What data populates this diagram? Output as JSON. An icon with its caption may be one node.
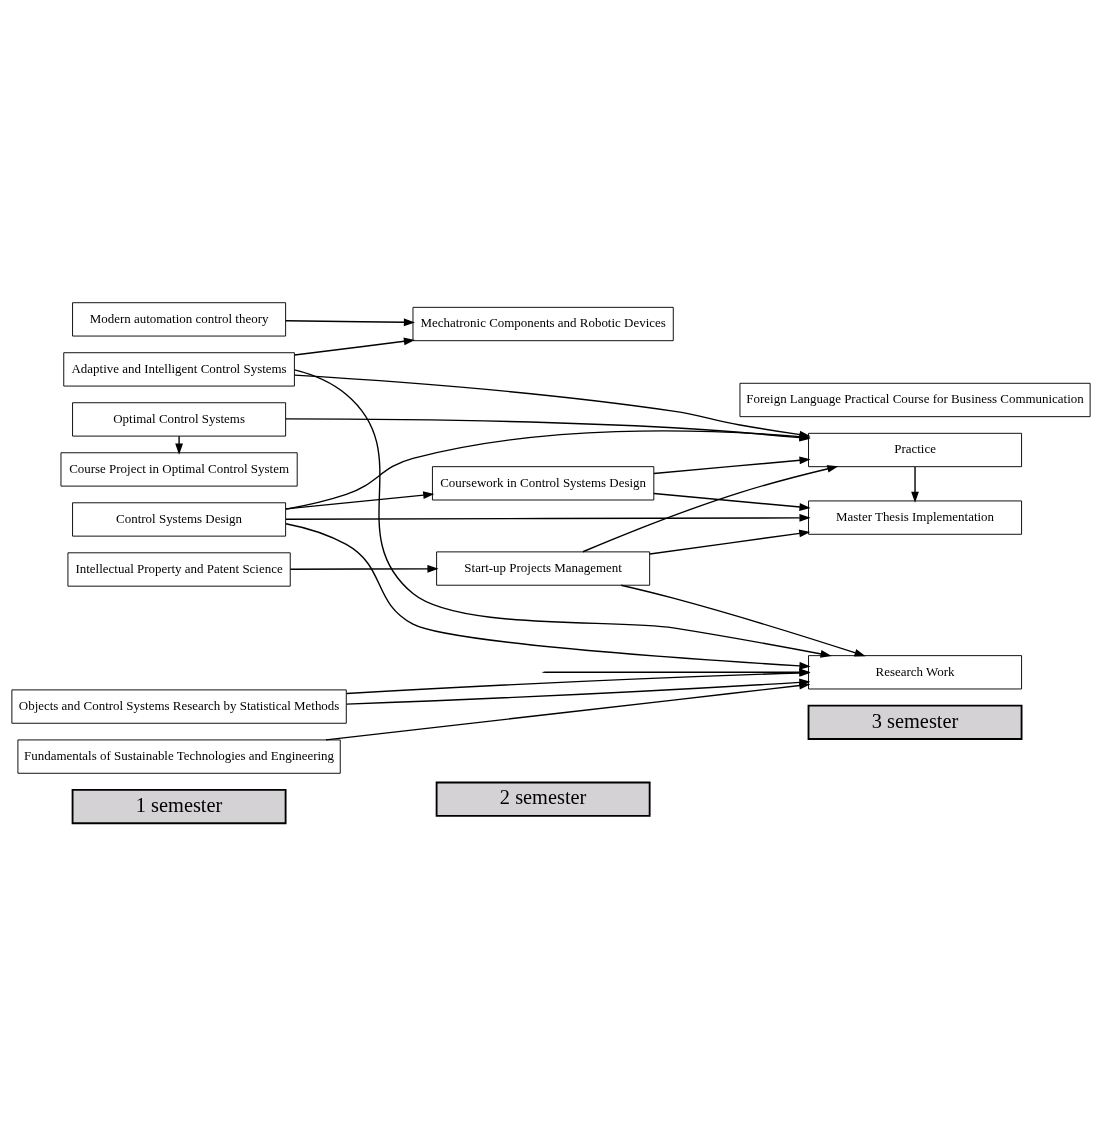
{
  "diagram": {
    "nodes": [
      {
        "text": [
          "1 semester"
        ]
      },
      {
        "text": [
          "2 semester"
        ]
      },
      {
        "text": [
          "3 semester"
        ]
      },
      {
        "text": [
          "Modern automation control theory"
        ]
      },
      {
        "text": [
          "Control Systems Design"
        ]
      },
      {
        "text": [
          "Coursework in Control Systems Design"
        ]
      },
      {
        "text": [
          "Optimal Control Systems"
        ]
      },
      {
        "text": [
          "Master Thesis Implementation"
        ]
      },
      {
        "text": [
          "Course Project in Optimal Control System"
        ]
      },
      {
        "text": [
          "Objects and Control Systems Research by Statistical Methods"
        ]
      },
      {
        "text": [
          "Mechatronic Components and Robotic Devices"
        ]
      },
      {
        "text": [
          "Practice"
        ]
      },
      {
        "text": [
          "Adaptive and Intelligent Control Systems"
        ]
      },
      {
        "text": [
          "Intellectual Property and Patent Science"
        ]
      },
      {
        "text": [
          "Fundamentals of Sustainable Technologies and Engineering"
        ]
      },
      {
        "text": [
          "Start-up Projects Management"
        ]
      },
      {
        "text": [
          "Research Work"
        ]
      },
      {
        "text": [
          "Foreign Language Practical Course for Business Communication"
        ]
      }
    ],
    "edges": [
      {
        "from": 3,
        "to": 10,
        "arrow": "to"
      },
      {
        "from": 4,
        "to": 5,
        "arrow": "to"
      },
      {
        "from": 4,
        "to": 7,
        "arrow": "to"
      },
      {
        "from": 4,
        "to": 16,
        "arrow": "to"
      },
      {
        "from": 4,
        "to": 11,
        "arrow": "to"
      },
      {
        "from": 5,
        "to": 11,
        "arrow": "to"
      },
      {
        "from": 5,
        "to": 7,
        "arrow": "to"
      },
      {
        "from": null,
        "to": 16,
        "arrow": "to"
      },
      {
        "from": 6,
        "to": 11,
        "arrow": "to"
      },
      {
        "from": 6,
        "to": 8,
        "arrow": "to"
      },
      {
        "from": 9,
        "to": 16,
        "arrow": "to"
      },
      {
        "from": 9,
        "to": 16,
        "arrow": "to"
      },
      {
        "from": 12,
        "to": 10,
        "arrow": "to"
      },
      {
        "from": 12,
        "to": 11,
        "arrow": "to"
      },
      {
        "from": 12,
        "to": 16,
        "arrow": "to"
      },
      {
        "from": 13,
        "to": 15,
        "arrow": "to"
      },
      {
        "from": 14,
        "to": 16,
        "arrow": "to"
      },
      {
        "from": 15,
        "to": 7,
        "arrow": "to"
      },
      {
        "from": 15,
        "to": 11,
        "arrow": "to"
      },
      {
        "from": 15,
        "to": 16,
        "arrow": "to"
      },
      {
        "from": 11,
        "to": 7,
        "arrow": "to"
      }
    ]
  }
}
